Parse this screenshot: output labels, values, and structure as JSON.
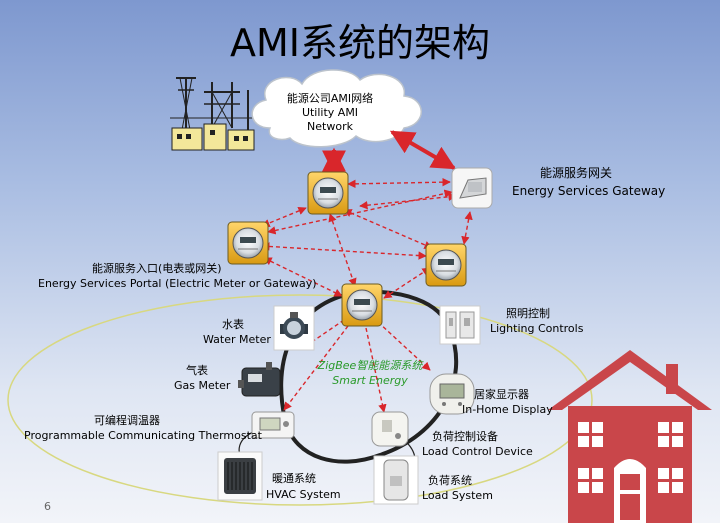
{
  "slide": {
    "title": "AMI系统的架构",
    "page_number": "6"
  },
  "cloud": {
    "line1": "能源公司AMI网络",
    "line2": "Utility AMI",
    "line3": "Network"
  },
  "labels": {
    "gateway_cn": "能源服务网关",
    "gateway_en": "Energy Services Gateway",
    "portal_cn": "能源服务入口(电表或网关)",
    "portal_en": "Energy Services Portal (Electric Meter or Gateway)",
    "water_cn": "水表",
    "water_en": "Water Meter",
    "gas_cn": "气表",
    "gas_en": "Gas Meter",
    "thermostat_cn": "可编程调温器",
    "thermostat_en": "Programmable Communicating Thermostat",
    "hvac_cn": "暖通系统",
    "hvac_en": "HVAC System",
    "lighting_cn": "照明控制",
    "lighting_en": "Lighting Controls",
    "display_cn": "居家显示器",
    "display_en": "In-Home Display",
    "loadctl_cn": "负荷控制设备",
    "loadctl_en": "Load Control Device",
    "loadsys_cn": "负荷系统",
    "loadsys_en": "Load System",
    "zigbee_cn": "ZigBee智能能源系统",
    "zigbee_en": "Smart Energy"
  },
  "colors": {
    "link_red": "#d9262b",
    "house_red": "#c9464a",
    "ellipse": "#d8d880"
  }
}
